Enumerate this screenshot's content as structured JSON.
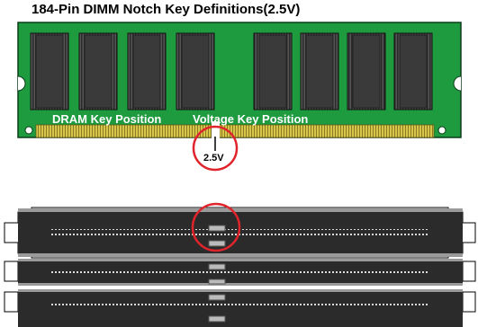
{
  "title": "184-Pin DIMM Notch Key Definitions(2.5V)",
  "module": {
    "dram_key_label": "DRAM Key Position",
    "voltage_key_label": "Voltage Key Position",
    "voltage_value": "2.5V"
  },
  "colors": {
    "pcb_green": "#1e9a3f",
    "pin_gold": "#d6c24a",
    "chip_dark": "#3a3a3a",
    "highlight_red": "#e0242c",
    "slot_dark": "#2b2b2b"
  },
  "icons": [
    "dimm-module-icon",
    "memory-chip-icon",
    "dimm-slot-icon",
    "notch-highlight-icon"
  ]
}
